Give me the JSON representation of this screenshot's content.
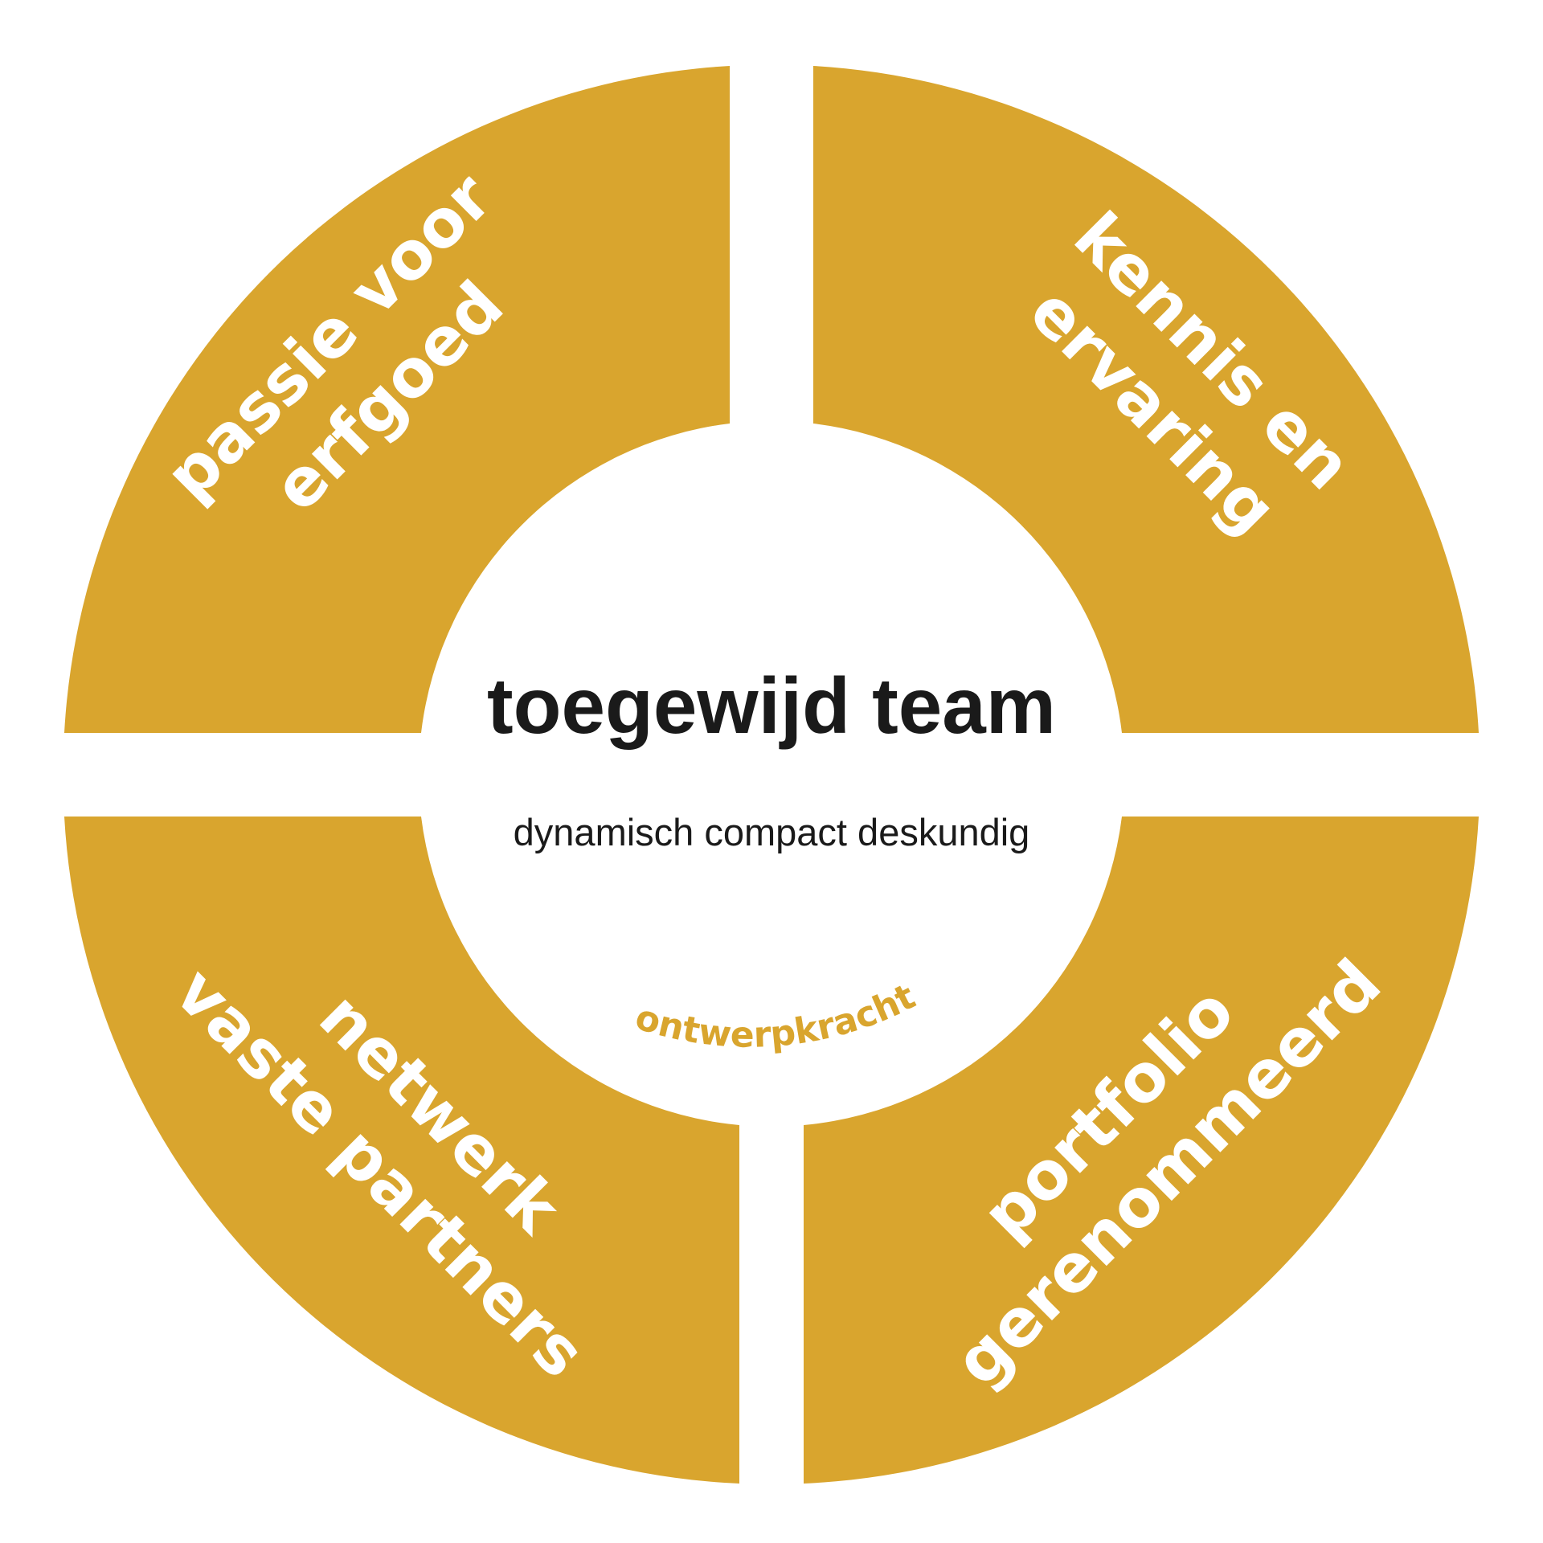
{
  "colors": {
    "segment": "#D9A52E",
    "background": "#FFFFFF",
    "segment_text": "#FFFFFF",
    "center_text": "#1A1A1A",
    "arc_text": "#D9A52E"
  },
  "quadrants": {
    "top_left": [
      "passie voor",
      "erfgoed"
    ],
    "top_right": [
      "kennis en",
      "ervaring"
    ],
    "bottom_left": [
      "netwerk",
      "vaste partners"
    ],
    "bottom_right": [
      "portfolio",
      "gerenommeerd"
    ]
  },
  "center": {
    "title": "toegewijd team",
    "subtitle": "dynamisch compact deskundig"
  },
  "arc_label": "ontwerpkracht"
}
